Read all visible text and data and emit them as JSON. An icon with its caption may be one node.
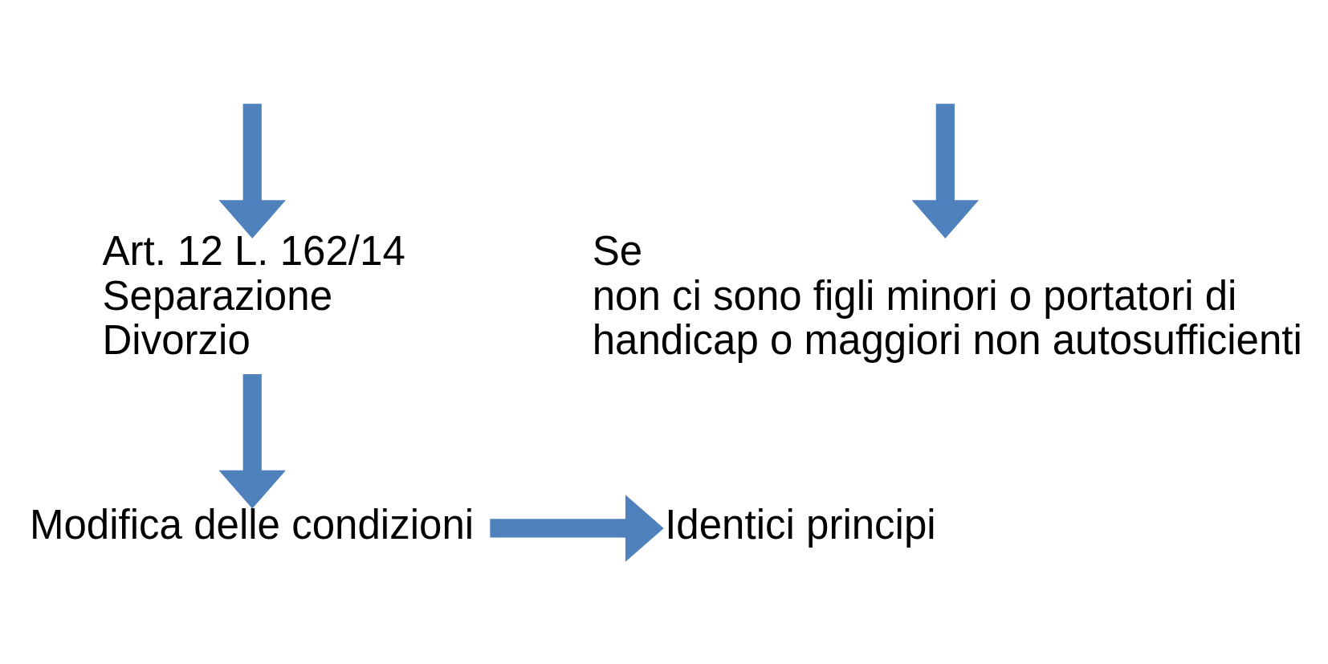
{
  "diagram": {
    "nodes": [
      {
        "text": [
          "Art. 12 L. 162/14",
          "Separazione",
          "Divorzio"
        ]
      },
      {
        "text": [
          "Modifica delle condizioni"
        ]
      },
      {
        "text": [
          "Identici principi"
        ]
      },
      {
        "text": [
          "Se",
          "non ci sono figli minori o portatori di handicap o maggiori non autosufficienti"
        ]
      }
    ],
    "edges": [
      {
        "from": null,
        "to": 0,
        "arrow": "to"
      },
      {
        "from": 0,
        "to": 1,
        "arrow": "to"
      },
      {
        "from": 1,
        "to": 2,
        "arrow": "to"
      },
      {
        "from": null,
        "to": 3,
        "arrow": "to"
      }
    ]
  }
}
